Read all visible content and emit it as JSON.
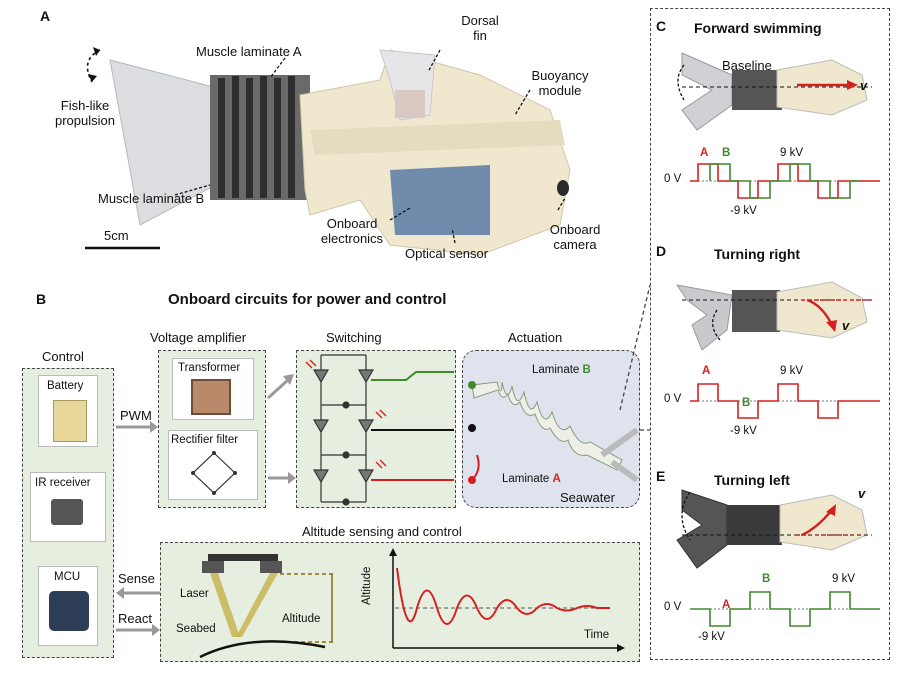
{
  "panelA": {
    "letter": "A",
    "labels": {
      "muscle_a": "Muscle laminate A",
      "dorsal_fin": "Dorsal\nfin",
      "buoyancy": "Buoyancy\nmodule",
      "fish_prop": "Fish-like\npropulsion",
      "muscle_b": "Muscle laminate B",
      "onboard_elec": "Onboard\nelectronics",
      "optical": "Optical sensor",
      "camera": "Onboard\ncamera",
      "scale": "5cm"
    }
  },
  "panelB": {
    "letter": "B",
    "title": "Onboard circuits for power and control",
    "control": {
      "header": "Control",
      "battery": "Battery",
      "ir": "IR receiver",
      "mcu": "MCU"
    },
    "voltage": {
      "header": "Voltage amplifier",
      "transformer": "Transformer",
      "rectifier": "Rectifier filter"
    },
    "switching": {
      "header": "Switching"
    },
    "actuation": {
      "header": "Actuation",
      "lam_b_prefix": "Laminate ",
      "lam_b_letter": "B",
      "lam_a_prefix": "Laminate ",
      "lam_a_letter": "A",
      "seawater": "Seawater"
    },
    "arrows": {
      "pwm": "PWM",
      "sense": "Sense",
      "react": "React"
    },
    "altitude": {
      "title": "Altitude sensing and  control",
      "laser": "Laser",
      "seabed": "Seabed",
      "altitude": "Altitude",
      "ylabel": "Altitude",
      "xlabel": "Time"
    }
  },
  "panelC": {
    "letter": "C",
    "title": "Forward  swimming",
    "baseline": "Baseline",
    "v": "v",
    "zero": "0 V",
    "a": "A",
    "b": "B",
    "pos": "9 kV",
    "neg": "-9 kV"
  },
  "panelD": {
    "letter": "D",
    "title": "Turning right",
    "v": "v",
    "zero": "0 V",
    "a": "A",
    "b": "B",
    "pos": "9 kV",
    "neg": "-9 kV"
  },
  "panelE": {
    "letter": "E",
    "title": "Turning left",
    "v": "v",
    "zero": "0 V",
    "a": "A",
    "b": "B",
    "pos": "9 kV",
    "neg": "-9 kV"
  },
  "colors": {
    "red": "#d6201f",
    "green": "#3f8a2b",
    "panel_green": "#e6efdf",
    "actuation_bg": "#dfe3ee",
    "body": "#efe8cf"
  }
}
